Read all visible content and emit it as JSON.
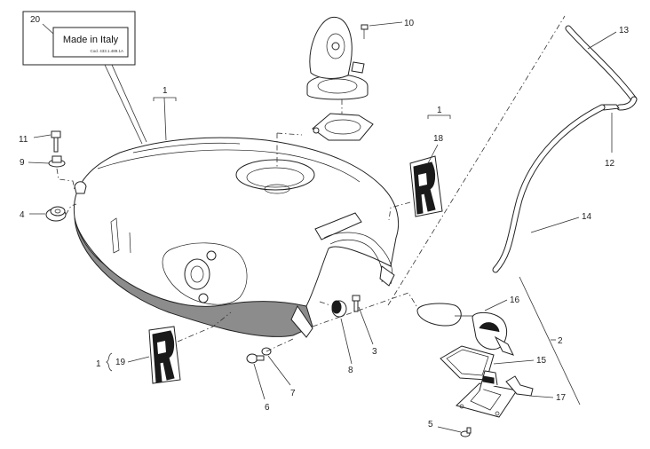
{
  "plate": {
    "text": "Made in Italy",
    "code": "Cod. 433.1.489.1A"
  },
  "callouts": {
    "c1a": "1",
    "c1b": "1",
    "c1c": "1",
    "c2": "2",
    "c3": "3",
    "c4": "4",
    "c5": "5",
    "c6": "6",
    "c7": "7",
    "c8": "8",
    "c9": "9",
    "c10": "10",
    "c11": "11",
    "c12": "12",
    "c13": "13",
    "c14": "14",
    "c15": "15",
    "c16": "16",
    "c17": "17",
    "c18": "18",
    "c19": "19",
    "c20": "20"
  },
  "colors": {
    "line": "#222222",
    "shade": "#8c8c8c",
    "decal": "#1a1a1a"
  }
}
